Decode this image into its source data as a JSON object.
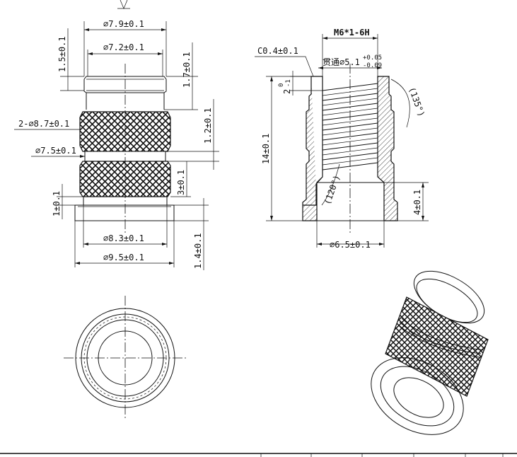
{
  "front_view": {
    "dim_outer_top_dia": "∅7.9±0.1",
    "dim_inner_top_dia": "∅7.2±0.1",
    "dim_top_height": "1.5±0.1",
    "dim_collar_height": "1.7±0.1",
    "dim_knurl_dia": "2-∅8.7±0.1",
    "dim_groove_dia": "∅7.5±0.1",
    "dim_groove_height": "1.2±0.1",
    "dim_knurl_height": "3±0.1",
    "dim_flange_gap": "1±0.1",
    "dim_neck_dia": "∅8.3±0.1",
    "dim_flange_dia": "∅9.5±0.1",
    "dim_flange_height": "1.4±0.1"
  },
  "section_view": {
    "thread_spec": "M6*1-6H",
    "chamfer": "C0.4±0.1",
    "through_hole_label": "贯通∅5.1",
    "through_hole_tol_upper": "+0.05",
    "through_hole_tol_lower": "-0.09",
    "thread_start_num": "2",
    "thread_start_tol_upper": "0",
    "thread_start_tol_lower": "-1",
    "angle_chamfer": "(135°)",
    "angle_cone": "(120°)",
    "total_length": "14±0.1",
    "bore_depth": "4±0.1",
    "bore_dia": "∅6.5±0.1"
  }
}
